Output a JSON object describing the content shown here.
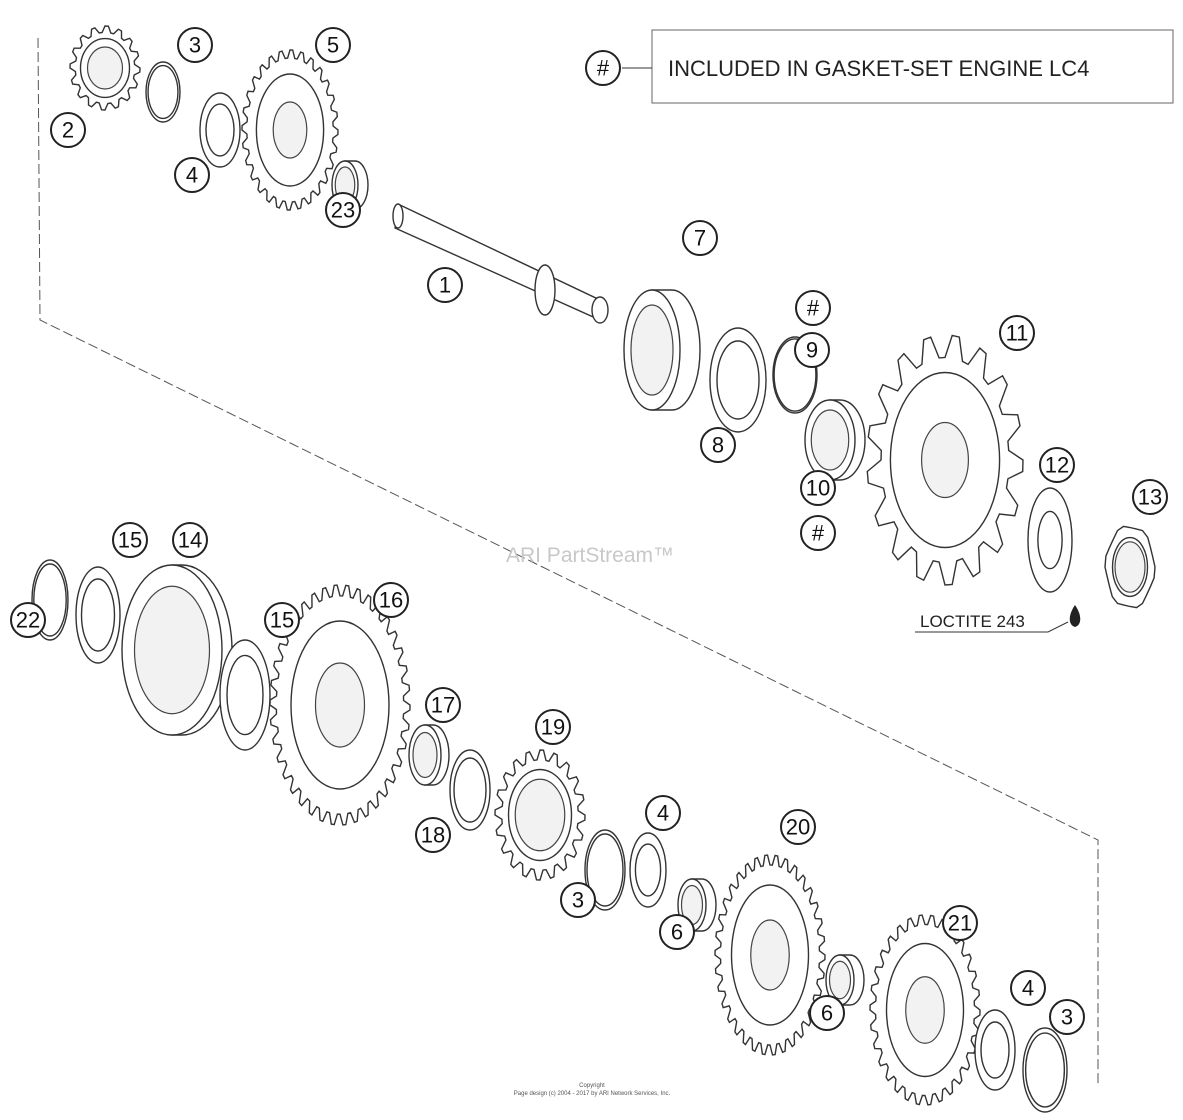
{
  "legend": {
    "symbol": "#",
    "text": "INCLUDED IN GASKET-SET ENGINE LC4"
  },
  "loctite": "LOCTITE 243",
  "watermark": "ARI PartStream™",
  "copyright": {
    "line1": "Copyright",
    "line2": "Page design (c) 2004 - 2017 by ARI Network Services, Inc."
  },
  "callouts": [
    "3",
    "2",
    "5",
    "4",
    "23",
    "1",
    "7",
    "#",
    "9",
    "8",
    "11",
    "10",
    "#",
    "12",
    "13",
    "15",
    "14",
    "22",
    "15",
    "16",
    "17",
    "19",
    "18",
    "4",
    "3",
    "6",
    "20",
    "21",
    "6",
    "4",
    "3"
  ]
}
